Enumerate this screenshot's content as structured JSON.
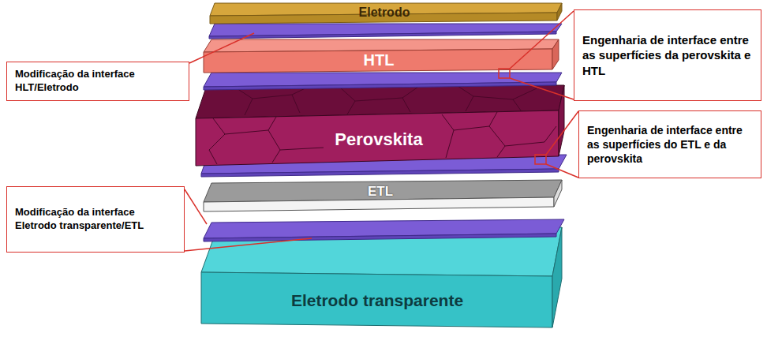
{
  "diagram": {
    "nodes": [
      {
        "text": [
          "Eletrodo"
        ]
      },
      {
        "text": [
          "Engenharia de interface entre as superfícies da perovskita e HTL"
        ]
      },
      {
        "text": [
          "Modificação da interface HLT/Eletrodo"
        ]
      },
      {
        "text": [
          "HTL"
        ]
      },
      {
        "text": [
          "Engenharia de interface entre as superfícies do ETL e da perovskita"
        ]
      },
      {
        "text": [
          "Perovskita"
        ]
      },
      {
        "text": [
          "ETL"
        ]
      },
      {
        "text": [
          "Modificação da interface Eletrodo transparente/ETL"
        ]
      },
      {
        "text": [
          "Eletrodo transparente"
        ]
      }
    ]
  }
}
